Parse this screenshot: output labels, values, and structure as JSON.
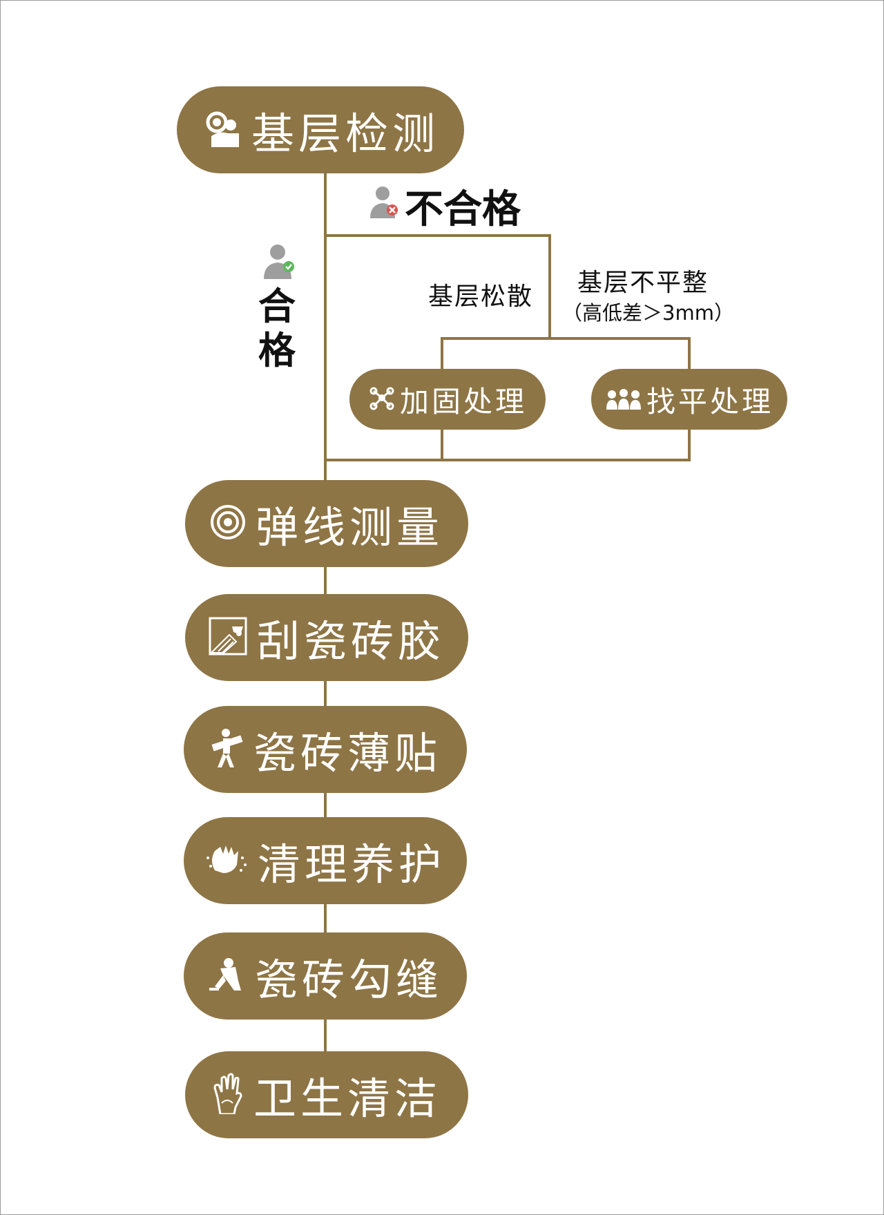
{
  "steps": [
    {
      "label": "基层检测",
      "icon": "inspector-icon"
    },
    {
      "label": "弹线测量",
      "icon": "target-icon"
    },
    {
      "label": "刮瓷砖胶",
      "icon": "trowel-tile-icon"
    },
    {
      "label": "瓷砖薄贴",
      "icon": "worker-carry-icon"
    },
    {
      "label": "清理养护",
      "icon": "cleaning-hand-icon"
    },
    {
      "label": "瓷砖勾缝",
      "icon": "kneeling-worker-icon"
    },
    {
      "label": "卫生清洁",
      "icon": "glove-icon"
    }
  ],
  "branch": {
    "fail_label": "不合格",
    "pass_label": "合格",
    "loose_label": "基层松散",
    "uneven_label": "基层不平整",
    "uneven_note": "（高低差＞3mm）",
    "reinforce_label": "加固处理",
    "level_label": "找平处理"
  },
  "colors": {
    "accent": "#8e7545",
    "fail": "#d9534f",
    "pass": "#5cb85c"
  }
}
